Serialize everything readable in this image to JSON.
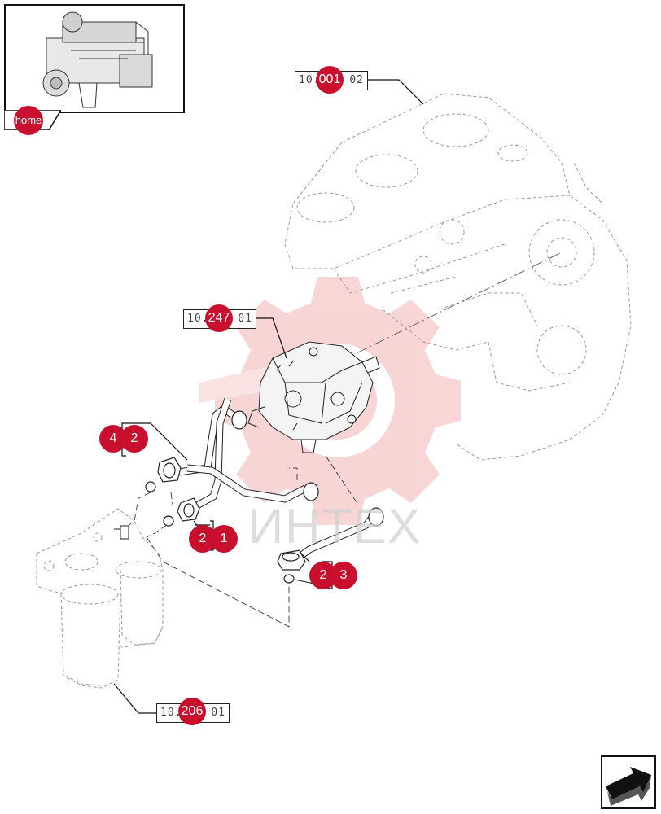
{
  "home": {
    "label": "home",
    "icon": "engine-thumbnail-icon"
  },
  "refs": [
    {
      "id": "ref-10-001",
      "prefix": "10.",
      "code": "001",
      "suffix": "02"
    },
    {
      "id": "ref-10-247",
      "prefix": "10.",
      "code": "247",
      "suffix": "01"
    },
    {
      "id": "ref-10-206",
      "prefix": "10.",
      "code": "206",
      "suffix": "01"
    }
  ],
  "callouts": [
    {
      "id": "callout-4-2",
      "qty": "4",
      "part": "2"
    },
    {
      "id": "callout-2-1",
      "qty": "2",
      "part": "1"
    },
    {
      "id": "callout-2-3",
      "qty": "2",
      "part": "3"
    }
  ],
  "watermark": "ИНТЕХ",
  "colors": {
    "accent": "#c8102e",
    "line": "#111111",
    "phantom": "#9a9a9a",
    "watermark_red": "#f2b4b4"
  },
  "nav": {
    "icon": "next-page-arrow-icon"
  }
}
